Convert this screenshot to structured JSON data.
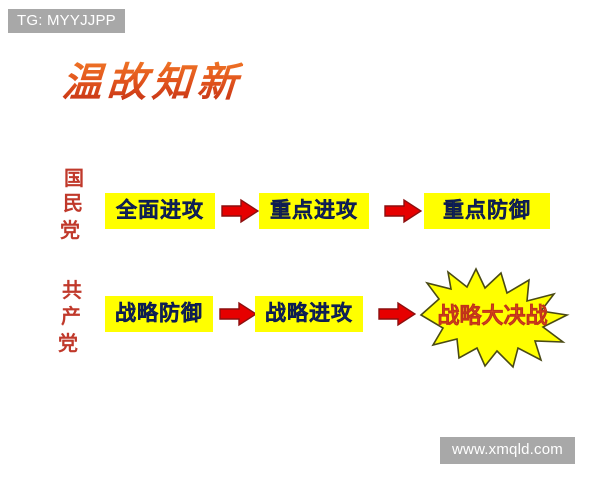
{
  "watermarks": {
    "top_left": "TG: MYYJJPP",
    "bottom_right": "www.xmqld.com"
  },
  "slide": {
    "title": "温故知新",
    "title_color": "#e2551d",
    "background_color": "#ffffff"
  },
  "rows": [
    {
      "id": "kmt",
      "label": "国民党",
      "label_chars": [
        "国",
        "民",
        "党"
      ],
      "label_color": "#c0392b",
      "stages": [
        {
          "text": "全面进攻",
          "fill": "#ffff00",
          "text_color": "#152a6e"
        },
        {
          "text": "重点进攻",
          "fill": "#ffff00",
          "text_color": "#152a6e"
        },
        {
          "text": "重点防御",
          "fill": "#ffff00",
          "text_color": "#152a6e"
        }
      ],
      "arrow_color": "#e60000",
      "arrow_count": 2
    },
    {
      "id": "cpc",
      "label": "共产党",
      "label_chars": [
        "共",
        "产",
        "党"
      ],
      "label_color": "#c0392b",
      "stages": [
        {
          "text": "战略防御",
          "fill": "#ffff00",
          "text_color": "#152a6e"
        },
        {
          "text": "战略进攻",
          "fill": "#ffff00",
          "text_color": "#152a6e"
        }
      ],
      "arrow_color": "#e60000",
      "arrow_count": 2,
      "burst": {
        "text": "战略大决战",
        "fill": "#ffff00",
        "text_color": "#e8521f",
        "outline": "#4a4a15"
      }
    }
  ]
}
